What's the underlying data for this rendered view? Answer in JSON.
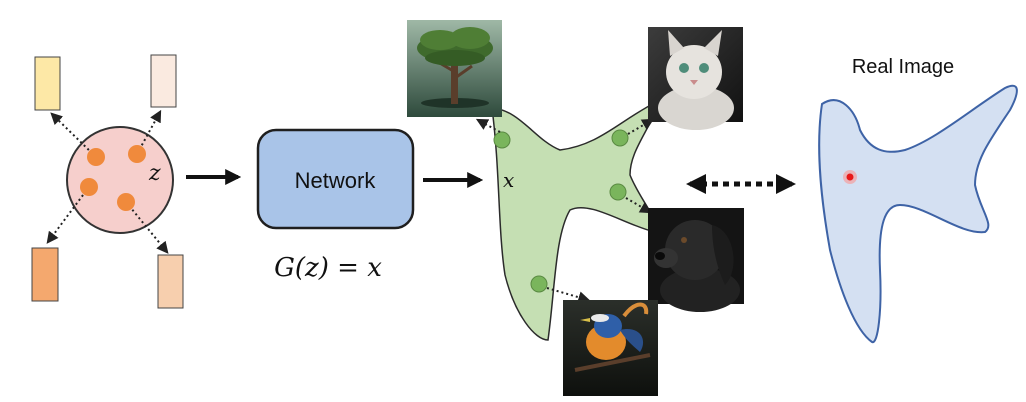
{
  "latent": {
    "symbol": "z"
  },
  "network": {
    "label": "Network"
  },
  "equation": "G(z) = x",
  "manifold": {
    "symbol": "x"
  },
  "real_image": {
    "label": "Real Image"
  },
  "thumbnails": [
    {
      "subject": "tree"
    },
    {
      "subject": "cat"
    },
    {
      "subject": "dog"
    },
    {
      "subject": "bird"
    }
  ],
  "colors": {
    "latent_circle_fill": "#f6cfcc",
    "latent_dot": "#f08a3c",
    "network_fill": "#a9c4e8",
    "network_stroke": "#1f1f1f",
    "generated_manifold_fill": "#c5dfb3",
    "generated_dot": "#7ab55c",
    "real_manifold_fill": "#d4e0f2",
    "real_manifold_stroke": "#3e63a6",
    "real_point": "#e8191a"
  }
}
